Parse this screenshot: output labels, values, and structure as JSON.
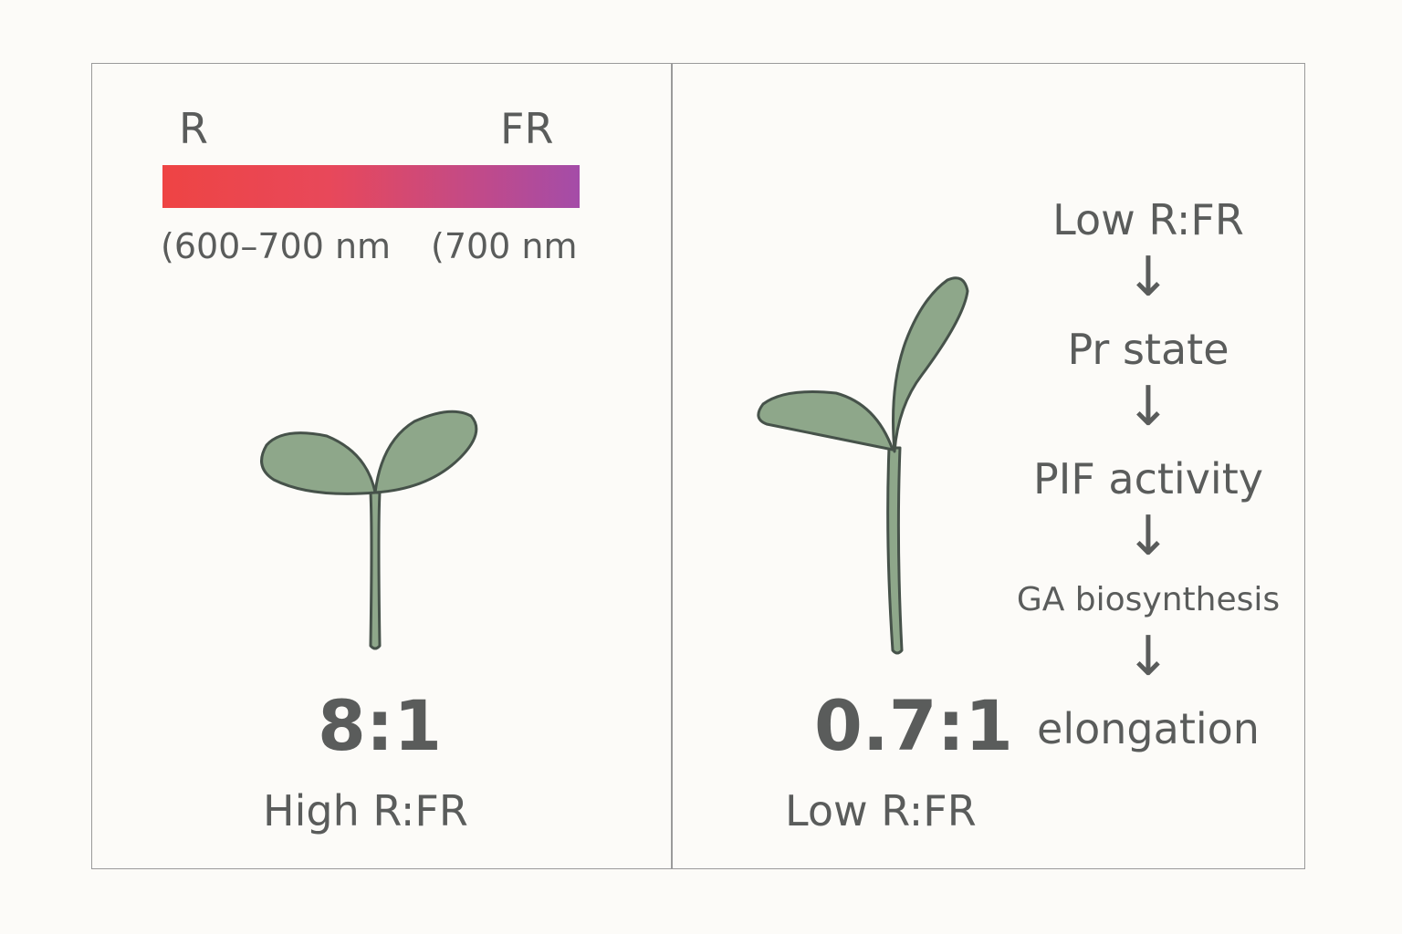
{
  "left_panel": {
    "spectrum": {
      "red_label": "R",
      "far_red_label": "FR",
      "red_range": "(600–700 nm",
      "far_red_range": "(700 nm",
      "gradient_start": "#ee4444",
      "gradient_end": "#a44ca8"
    },
    "ratio": "8:1",
    "caption": "High R:FR"
  },
  "right_panel": {
    "ratio": "0.7:1",
    "caption": "Low R:FR",
    "pathway": {
      "steps": [
        "Low R:FR",
        "Pr state",
        "PIF activity",
        "GA biosynthesis",
        "elongation"
      ],
      "arrow_glyph": "↓"
    }
  },
  "colors": {
    "leaf_fill": "#8ea78a",
    "leaf_stroke": "#46524a",
    "text": "#5a5c5b",
    "frame": "#9a9a9a",
    "background": "#fcfbf8"
  }
}
